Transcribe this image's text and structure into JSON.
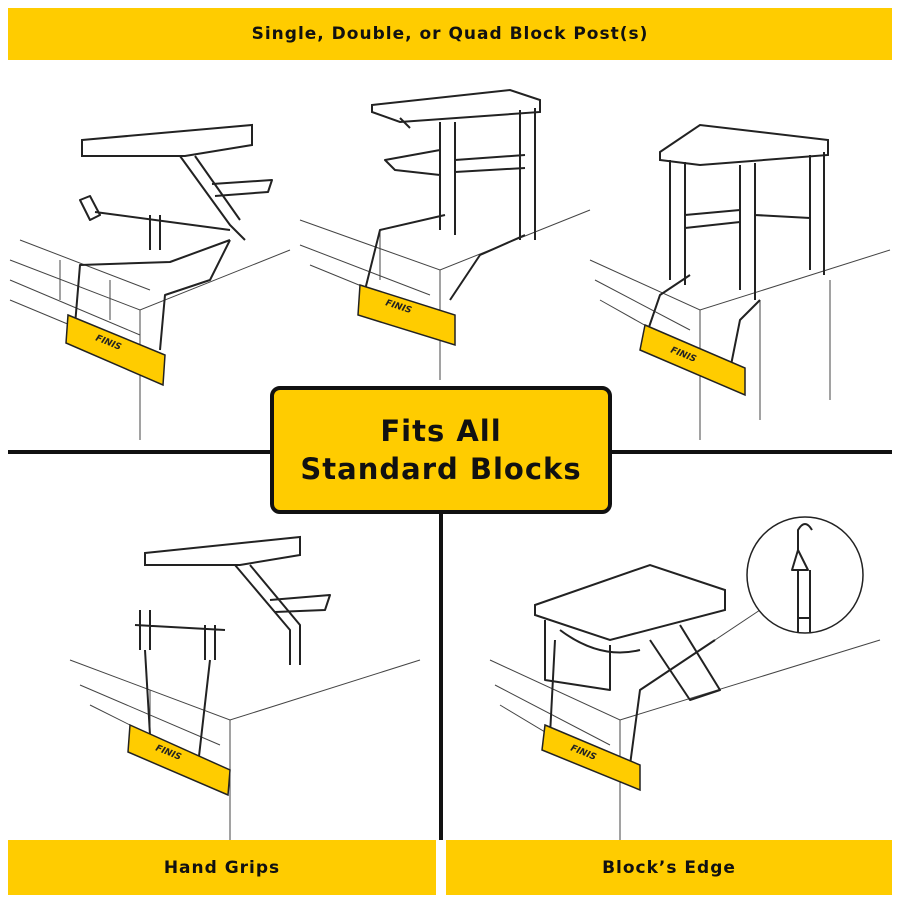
{
  "header": {
    "title": "Single, Double, or Quad Block Post(s)"
  },
  "center_badge": {
    "line1": "Fits All",
    "line2": "Standard Blocks"
  },
  "footer": {
    "left_label": "Hand Grips",
    "right_label": "Block’s Edge"
  },
  "product": {
    "brand": "FINIS"
  },
  "colors": {
    "accent": "#FFCC00",
    "ink": "#111111"
  }
}
